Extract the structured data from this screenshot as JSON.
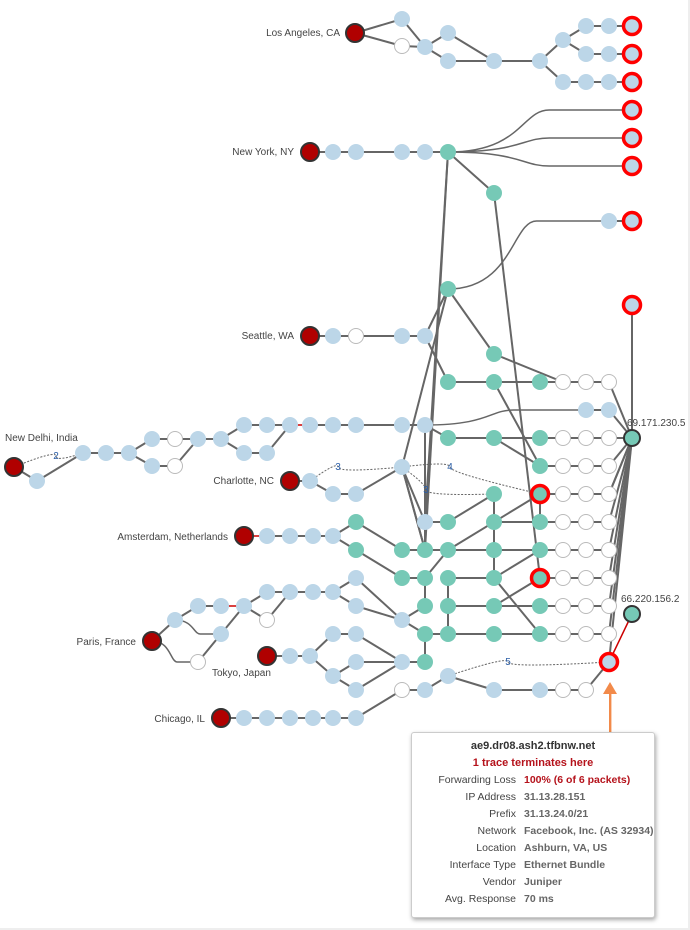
{
  "colors": {
    "source_fill": "#b00000",
    "source_stroke": "#333333",
    "hop_blue": "#bcd6e8",
    "hop_green": "#76c9b6",
    "hop_empty": "#ffffff",
    "terminus_ring": "#ff0000",
    "edge": "#666666",
    "edge_loss": "#cc0000",
    "arrow": "#f28a4a",
    "hop_count_text": "#2b5ea7"
  },
  "sources": [
    {
      "id": "la",
      "label": "Los Angeles, CA"
    },
    {
      "id": "ny",
      "label": "New York, NY"
    },
    {
      "id": "sea",
      "label": "Seattle, WA"
    },
    {
      "id": "del",
      "label": "New Delhi, India"
    },
    {
      "id": "clt",
      "label": "Charlotte, NC"
    },
    {
      "id": "ams",
      "label": "Amsterdam, Netherlands"
    },
    {
      "id": "par",
      "label": "Paris, France"
    },
    {
      "id": "tyo",
      "label": "Tokyo, Japan"
    },
    {
      "id": "chi",
      "label": "Chicago, IL"
    }
  ],
  "ip_labels": [
    {
      "id": "ip1",
      "label": "69.171.230.5"
    },
    {
      "id": "ip2",
      "label": "66.220.156.2"
    }
  ],
  "hop_counts": [
    {
      "id": "h_del",
      "label": "2"
    },
    {
      "id": "h_clt_a",
      "label": "3"
    },
    {
      "id": "h_clt_b",
      "label": "4"
    },
    {
      "id": "h_clt_c",
      "label": "3"
    },
    {
      "id": "h_chi",
      "label": "5"
    }
  ],
  "tooltip": {
    "hostname": "ae9.dr08.ash2.tfbnw.net",
    "status": "1 trace terminates here",
    "rows": [
      {
        "key": "Forwarding Loss",
        "value": "100% (6 of 6 packets)",
        "loss": true
      },
      {
        "key": "IP Address",
        "value": "31.13.28.151"
      },
      {
        "key": "Prefix",
        "value": "31.13.24.0/21"
      },
      {
        "key": "Network",
        "value": "Facebook, Inc. (AS 32934)"
      },
      {
        "key": "Location",
        "value": "Ashburn, VA, US"
      },
      {
        "key": "Interface Type",
        "value": "Ethernet Bundle"
      },
      {
        "key": "Vendor",
        "value": "Juniper"
      },
      {
        "key": "Avg. Response",
        "value": "70 ms"
      }
    ]
  }
}
